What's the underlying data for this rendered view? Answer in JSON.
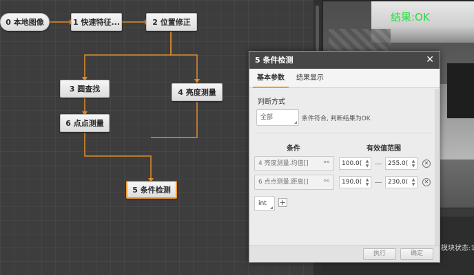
{
  "flow": {
    "nodes": {
      "n0": "0 本地图像",
      "n1": "1 快速特征...",
      "n2": "2 位置修正",
      "n3": "3 圆查找",
      "n4": "4 亮度测量",
      "n6": "6 点点测量",
      "n5": "5 条件检测"
    }
  },
  "image": {
    "result": "结果:OK",
    "status_text": "模块状态:1"
  },
  "dialog": {
    "title": "5 条件检测",
    "close_icon": "close-icon",
    "tabs": [
      "基本参数",
      "结果显示"
    ],
    "active_tab": 0,
    "judge_label": "判断方式",
    "judge_value": "全部",
    "judge_hint": "条件符合, 判断结果为OK",
    "col_condition": "条件",
    "col_range": "有效值范围",
    "conditions": [
      {
        "name": "4 亮度测量.均值[]",
        "min": "100.0(",
        "max": "255.0("
      },
      {
        "name": "6 点点测量.距离[]",
        "min": "190.0(",
        "max": "230.0("
      }
    ],
    "type_value": "int",
    "buttons": {
      "run": "执行",
      "ok": "确定"
    }
  },
  "colors": {
    "accent": "#f29a2e",
    "ok_green": "#22e03a",
    "title_bar": "#474747"
  }
}
